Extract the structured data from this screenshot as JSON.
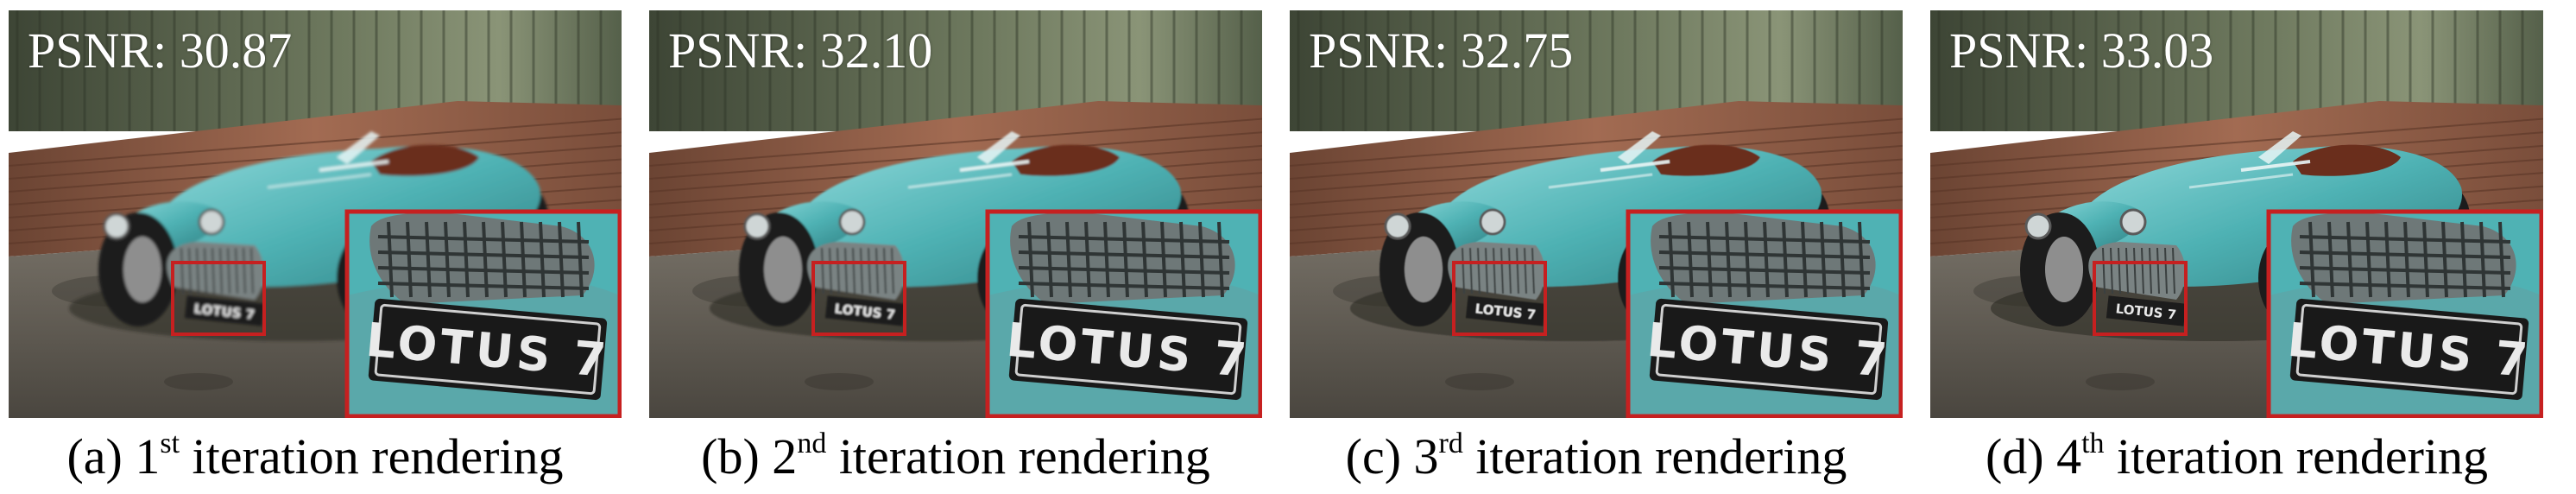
{
  "panels": [
    {
      "psnr": "PSNR: 30.87",
      "letter": "(a) 1",
      "sup": "st",
      "rest": " iteration rendering",
      "blur": 1.6
    },
    {
      "psnr": "PSNR: 32.10",
      "letter": "(b) 2",
      "sup": "nd",
      "rest": " iteration rendering",
      "blur": 1.1
    },
    {
      "psnr": "PSNR: 32.75",
      "letter": "(c) 3",
      "sup": "rd",
      "rest": " iteration rendering",
      "blur": 0.6
    },
    {
      "psnr": "PSNR: 33.03",
      "letter": "(d) 4",
      "sup": "th",
      "rest": " iteration rendering",
      "blur": 0.2
    }
  ],
  "plate_text": "LOTUS 7",
  "colors": {
    "car": "#4fb2b4",
    "brick": "#8c5a44",
    "wall": "#5e6a52",
    "floor": "#6a655c",
    "inset_border": "#c62020",
    "plate": "#1a1a1a",
    "plate_text": "#e8e8e8"
  }
}
